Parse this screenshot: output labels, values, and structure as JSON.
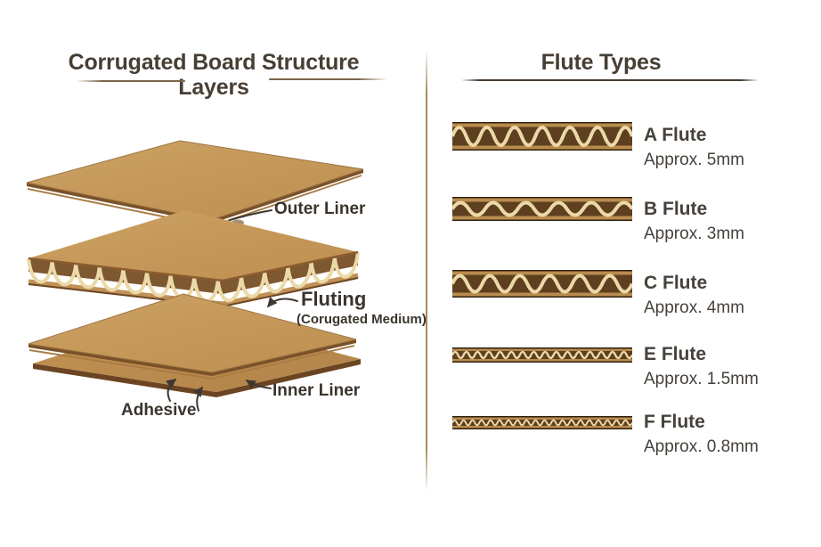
{
  "left_panel": {
    "title_line1": "Corrugated Board Structure",
    "title_line2": "Layers",
    "layer_labels": {
      "outer_liner": "Outer Liner",
      "fluting": "Fluting",
      "fluting_sub": "(Corugated Medium)",
      "inner_liner": "Inner Liner",
      "adhesive": "Adhesive"
    }
  },
  "right_panel": {
    "title": "Flute Types",
    "flutes": [
      {
        "label": "A Flute",
        "size": "Approx. 5mm",
        "bar": {
          "h": 32,
          "periods": 6.5,
          "amp": 10,
          "stroke": 4,
          "liner": 4
        }
      },
      {
        "label": "B Flute",
        "size": "Approx. 3mm",
        "bar": {
          "h": 27,
          "periods": 5.5,
          "amp": 7,
          "stroke": 4,
          "liner": 4
        }
      },
      {
        "label": "C Flute",
        "size": "Approx. 4mm",
        "bar": {
          "h": 31,
          "periods": 6,
          "amp": 9,
          "stroke": 4,
          "liner": 4
        }
      },
      {
        "label": "E Flute",
        "size": "Approx. 1.5mm",
        "bar": {
          "h": 17,
          "periods": 16,
          "amp": 3.4,
          "stroke": 2.4,
          "liner": 2.5
        }
      },
      {
        "label": "F Flute",
        "size": "Approx. 0.8mm",
        "bar": {
          "h": 15,
          "periods": 20,
          "amp": 2.8,
          "stroke": 2,
          "liner": 2.5
        }
      }
    ]
  },
  "colors": {
    "text_dark": "#3f3831",
    "board_tan": "#c79a5c",
    "board_edge": "#6e4922",
    "flute_body": "#5e3f1f",
    "flute_liner": "#b88c4f",
    "flute_wave": "#ecd9a8",
    "flute_edge": "#2f1f0d",
    "divider": "#a68a5c"
  }
}
